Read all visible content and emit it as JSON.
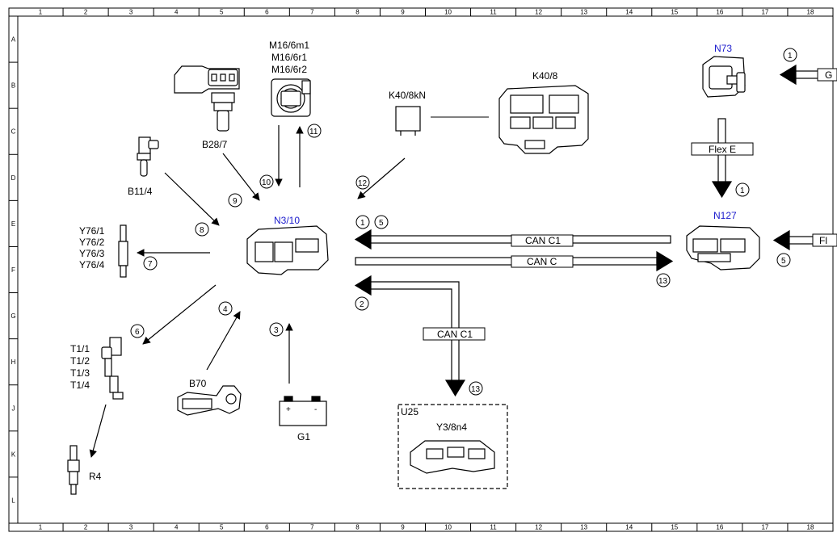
{
  "grid": {
    "columns": [
      "1",
      "2",
      "3",
      "4",
      "5",
      "6",
      "7",
      "8",
      "9",
      "10",
      "11",
      "12",
      "13",
      "14",
      "15",
      "16",
      "17",
      "18"
    ],
    "rows": [
      "A",
      "B",
      "C",
      "D",
      "E",
      "F",
      "G",
      "H",
      "J",
      "K",
      "L"
    ]
  },
  "components": {
    "b28_7": "B28/7",
    "b11_4": "B11/4",
    "m16_6m1": "M16/6m1",
    "m16_6r1": "M16/6r1",
    "m16_6r2": "M16/6r2",
    "k40_8kn": "K40/8kN",
    "k40_8": "K40/8",
    "n73": "N73",
    "n3_10": "N3/10",
    "n127": "N127",
    "y76_1": "Y76/1",
    "y76_2": "Y76/2",
    "y76_3": "Y76/3",
    "y76_4": "Y76/4",
    "t1_1": "T1/1",
    "t1_2": "T1/2",
    "t1_3": "T1/3",
    "t1_4": "T1/4",
    "b70": "B70",
    "g1": "G1",
    "g1_plus": "+",
    "g1_minus": "-",
    "r4": "R4",
    "u25": "U25",
    "y3_8n4": "Y3/8n4"
  },
  "buses": {
    "can_c1_top": "CAN C1",
    "can_c": "CAN C",
    "can_c1_down": "CAN C1",
    "flex_e": "Flex E",
    "g_partial": "G",
    "fl_partial": "Fl"
  },
  "callouts": {
    "n1": "1",
    "n2": "2",
    "n3": "3",
    "n4": "4",
    "n5": "5",
    "n6": "6",
    "n7": "7",
    "n8": "8",
    "n9": "9",
    "n10": "10",
    "n11": "11",
    "n12": "12",
    "n13": "13"
  },
  "colors": {
    "line": "#000000",
    "component_label_blue": "#1a1acc",
    "background": "#ffffff"
  }
}
